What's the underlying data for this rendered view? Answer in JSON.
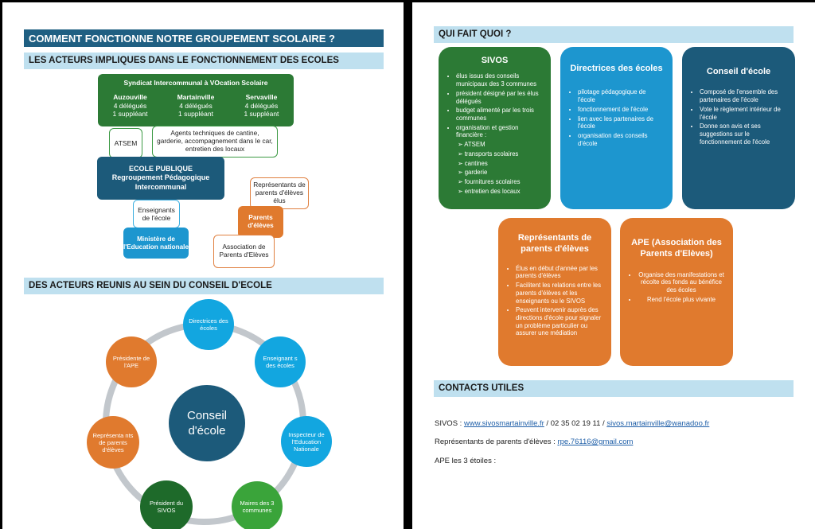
{
  "left": {
    "title": "COMMENT FONCTIONNE NOTRE GROUPEMENT SCOLAIRE ?",
    "section1": "LES ACTEURS IMPLIQUES DANS LE FONCTIONNEMENT DES ECOLES",
    "sivos": {
      "title": "Syndicat Intercommunal à VOcation Scolaire",
      "communes": [
        {
          "name": "Auzouville",
          "delegues": "4 délégués",
          "suppleant": "1 suppléant"
        },
        {
          "name": "Martainville",
          "delegues": "4 délégués",
          "suppleant": "1 suppléant"
        },
        {
          "name": "Servaville",
          "delegues": "4 délégués",
          "suppleant": "1 suppléant"
        }
      ]
    },
    "atsem": "ATSEM",
    "agents": "Agents techniques de cantine, garderie, accompagnement dans le car, entretien des locaux",
    "ecole": {
      "line1": "ECOLE PUBLIQUE",
      "line2": "Regroupement Pédagogique Intercommunal"
    },
    "enseignants": "Enseignants de l'école",
    "ministere": "Ministère de l'Education nationale",
    "representants": "Représentants de parents d'élèves élus",
    "parents": "Parents d'élèves",
    "association": "Association de Parents d'Elèves",
    "section2": "DES ACTEURS REUNIS AU SEIN DU CONSEIL D'ECOLE",
    "conseil_center": "Conseil d'école",
    "conseil_members": [
      {
        "label": "Directrices des écoles",
        "color": "#12a6e0"
      },
      {
        "label": "Enseignant s des écoles",
        "color": "#12a6e0"
      },
      {
        "label": "Inspecteur de l'Education Nationale",
        "color": "#12a6e0"
      },
      {
        "label": "Maires des 3 communes",
        "color": "#3aa43a"
      },
      {
        "label": "Président du SIVOS",
        "color": "#1e6a2a"
      },
      {
        "label": "Représenta nts de parents d'élèves",
        "color": "#e07a2e"
      },
      {
        "label": "Présidente de l'APE",
        "color": "#e07a2e"
      }
    ]
  },
  "right": {
    "section_qui": "QUI FAIT QUOI ?",
    "cards": {
      "sivos": {
        "title": "SIVOS",
        "items": [
          "élus issus des conseils municipaux des 3 communes",
          "président désigné par les élus délégués",
          "budget alimenté par les trois communes",
          "organisation et gestion financière :"
        ],
        "subitems": [
          "ATSEM",
          "transports scolaires",
          "cantines",
          "garderie",
          "fournitures scolaires",
          "entretien des locaux"
        ]
      },
      "directrices": {
        "title": "Directrices des écoles",
        "items": [
          "pilotage pédagogique de l'école",
          "fonctionnement de l'école",
          "lien avec les partenaires de l'école",
          "organisation des conseils d'école"
        ]
      },
      "conseil": {
        "title": "Conseil d'école",
        "items": [
          "Composé de l'ensemble des partenaires de l'école",
          "Vote le règlement intérieur de l'école",
          "Donne son avis et ses suggestions sur le fonctionnement de l'école"
        ]
      },
      "representants": {
        "title": "Représentants de parents d'élèves",
        "items": [
          "Élus en début d'année par les parents d'élèves",
          "Facilitent les relations entre les parents d'élèves et les enseignants ou le SIVOS",
          "Peuvent intervenir auprès des directions d'école pour signaler un problème particulier ou assurer une médiation"
        ]
      },
      "ape": {
        "title": "APE (Association des Parents d'Elèves)",
        "items": [
          "Organise des manifestations et récolte des fonds au bénéfice des écoles",
          "Rend l'école plus vivante"
        ]
      }
    },
    "section_contacts": "CONTACTS UTILES",
    "contacts": {
      "sivos_label": "SIVOS : ",
      "sivos_web": "www.sivosmartainville.fr",
      "sivos_sep1": " / 02 35 02 19 11 / ",
      "sivos_mail": "sivos.martainville@wanadoo.fr",
      "rpe_label": "Représentants de parents d'élèves : ",
      "rpe_mail": "rpe.76116@gmail.com",
      "ape_label": "APE les 3 étoiles :"
    }
  }
}
